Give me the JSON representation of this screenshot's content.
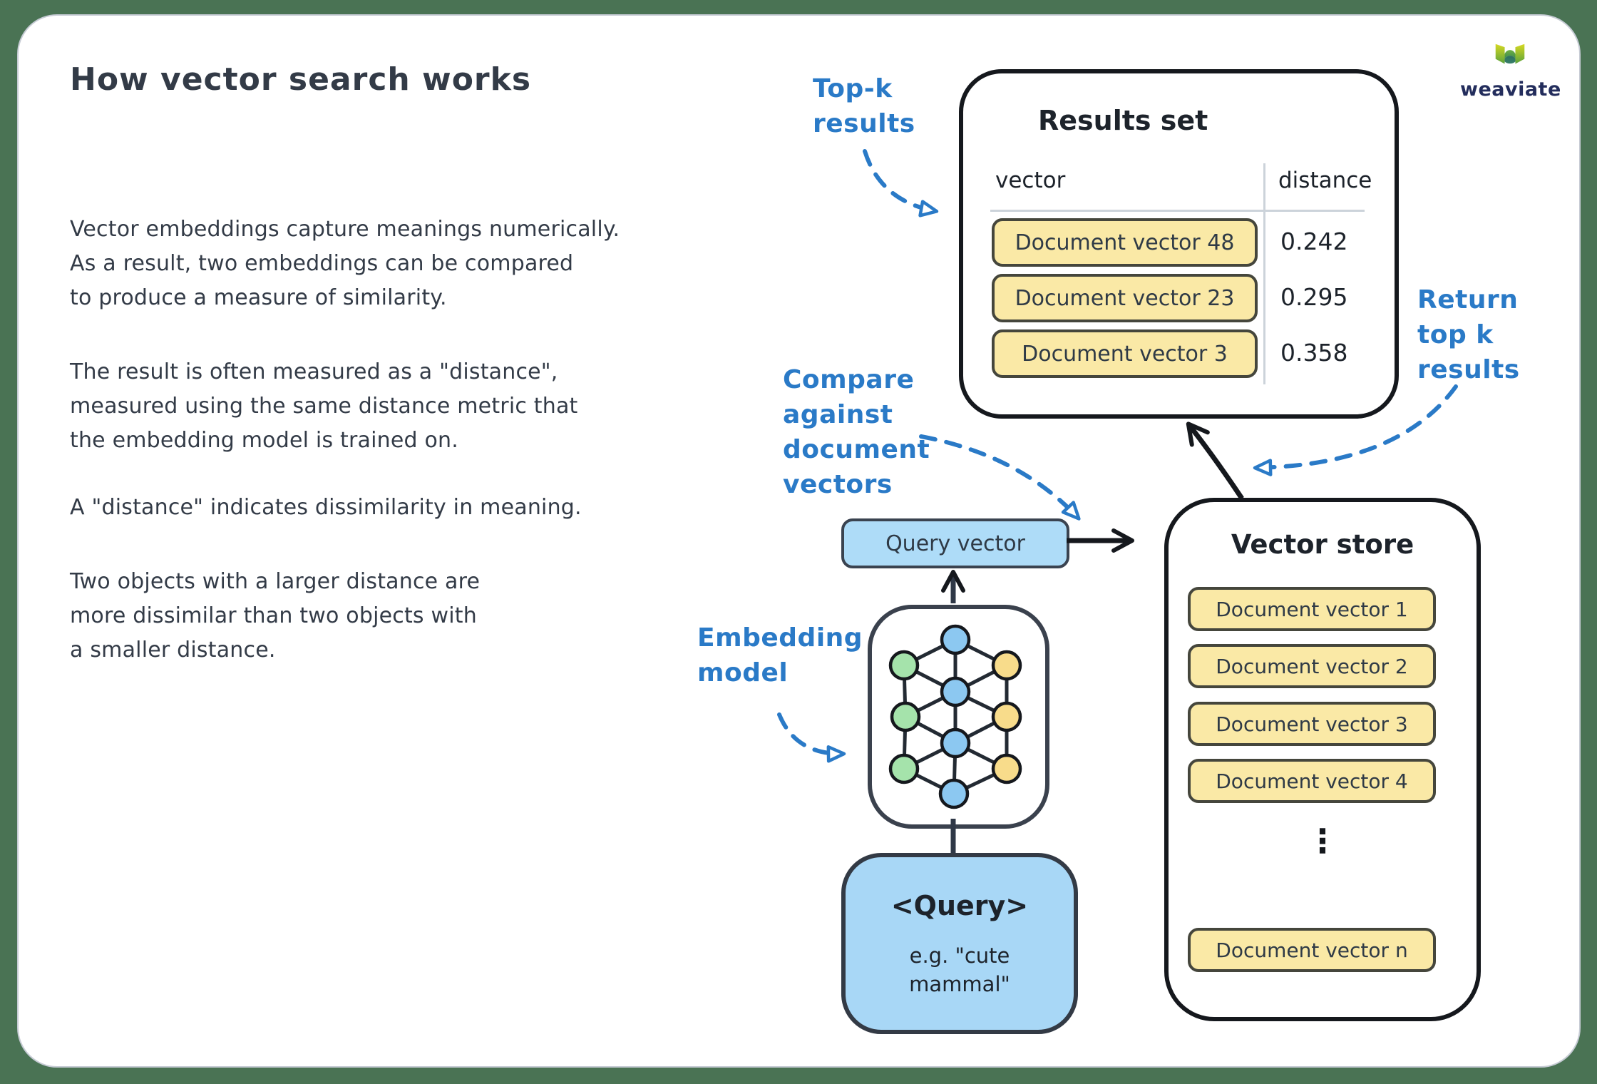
{
  "page": {
    "title": "How vector search works"
  },
  "paragraphs": [
    [
      "Vector embeddings capture meanings numerically.",
      "As a result, two embeddings can be compared",
      "to produce a measure of similarity."
    ],
    [
      "The result is often measured as a \"distance\",",
      "measured using the same distance metric that",
      "the embedding model is trained on."
    ],
    [
      "A \"distance\" indicates dissimilarity in meaning."
    ],
    [
      "Two objects with a larger distance are",
      "more dissimilar than two objects with",
      "a smaller distance."
    ]
  ],
  "results_set": {
    "title": "Results set",
    "columns": [
      "vector",
      "distance"
    ],
    "rows": [
      {
        "vector": "Document vector 48",
        "distance": "0.242"
      },
      {
        "vector": "Document vector 23",
        "distance": "0.295"
      },
      {
        "vector": "Document vector 3",
        "distance": "0.358"
      }
    ]
  },
  "vector_store": {
    "title": "Vector store",
    "items": [
      "Document vector 1",
      "Document vector 2",
      "Document vector 3",
      "Document vector 4"
    ],
    "last_item": "Document vector n"
  },
  "query_vector_label": "Query vector",
  "query_box": {
    "title": "<Query>",
    "example_line1": "e.g. \"cute",
    "example_line2": "mammal\""
  },
  "annotations": {
    "top_k": {
      "lines": [
        "Top-k",
        "results"
      ]
    },
    "compare": {
      "lines": [
        "Compare",
        "against",
        "document",
        "vectors"
      ]
    },
    "return_k": {
      "lines": [
        "Return",
        "top k",
        "results"
      ]
    },
    "embedding": {
      "lines": [
        "Embedding",
        "model"
      ]
    }
  },
  "icons": {
    "ellipsis": "⋮"
  },
  "logo": {
    "text": "weaviate"
  },
  "colors": {
    "background_green": "#4a7354",
    "annotation_blue": "#2a7ac7",
    "pill_yellow": "#fae9a6",
    "pill_blue": "#aedcf8",
    "ink": "#2f3a46",
    "node_green": "#a5e3ab",
    "node_blue": "#8cc8f1",
    "node_yellow": "#f8dc8b"
  }
}
